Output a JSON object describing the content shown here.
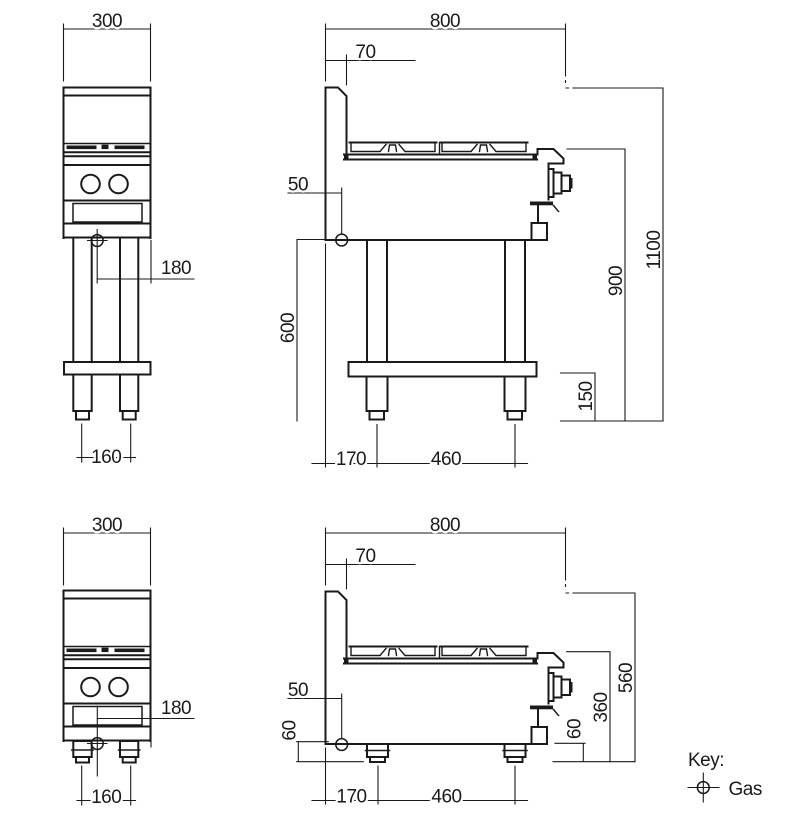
{
  "legend": {
    "title": "Key:",
    "gas_label": "Gas",
    "symbol": "gas-connection-point"
  },
  "colors": {
    "line": "#1a1a1a",
    "background": "#ffffff"
  },
  "views": {
    "front_stand": {
      "width": "300",
      "gas_offset": "180",
      "foot_spacing": "160"
    },
    "side_stand": {
      "depth": "800",
      "splashback_depth": "70",
      "gas_setback": "50",
      "under_height": "600",
      "hob_height": "900",
      "overall_height": "1100",
      "foot_zone": "150",
      "front_leg_offset": "170",
      "leg_spacing": "460"
    },
    "front_bench": {
      "width": "300",
      "gas_offset": "180",
      "foot_spacing": "160"
    },
    "side_bench": {
      "depth": "800",
      "splashback_depth": "70",
      "gas_setback": "50",
      "gas_height_left": "60",
      "gas_height_right": "60",
      "hob_height": "360",
      "overall_height": "560",
      "front_leg_offset": "170",
      "leg_spacing": "460"
    }
  }
}
